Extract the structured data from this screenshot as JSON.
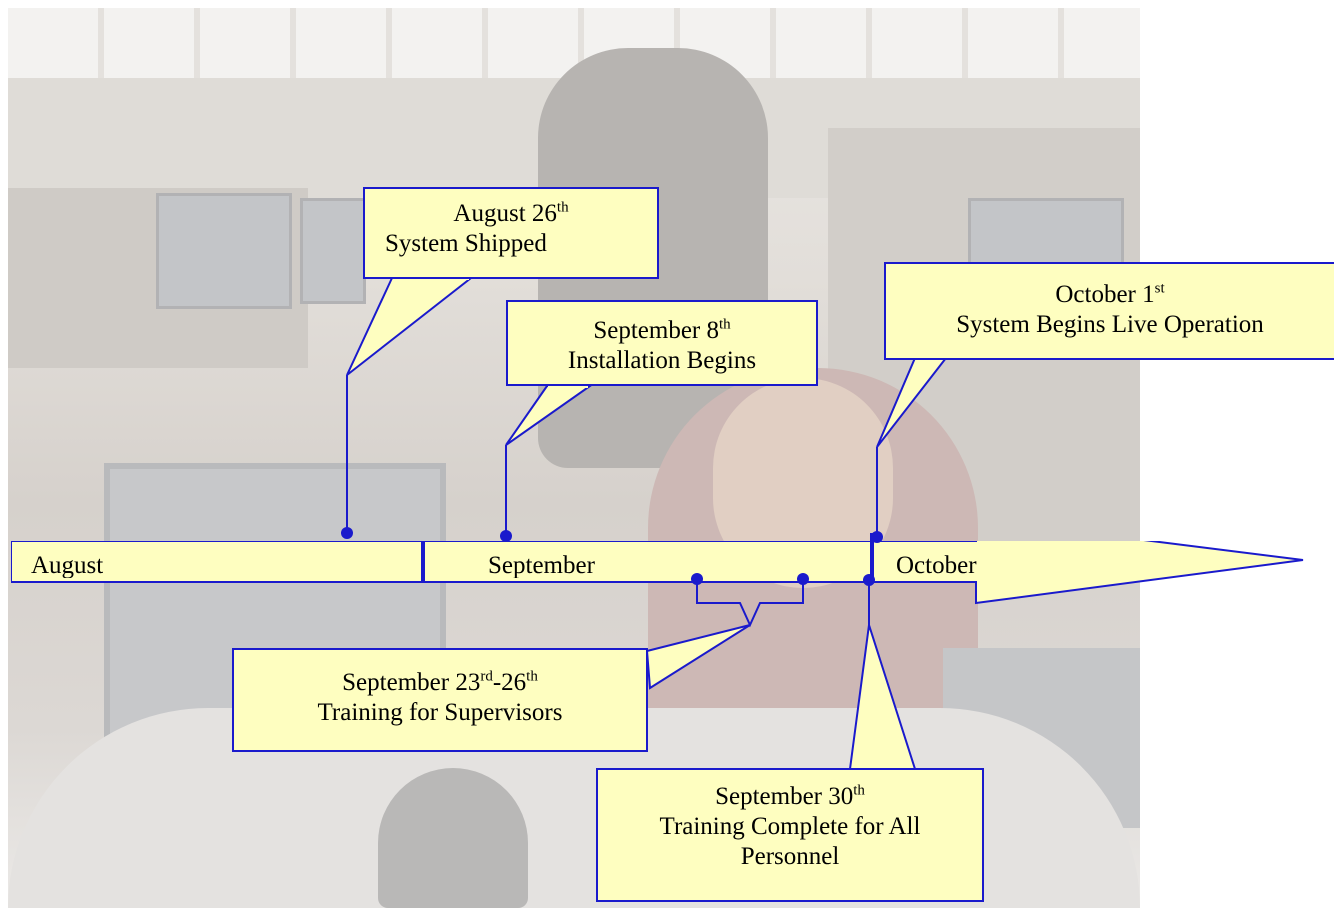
{
  "colors": {
    "callout_fill": "#fefec0",
    "line_blue": "#1a1acc",
    "arrow_fill": "#fefec0"
  },
  "timeline": {
    "months": [
      {
        "label": "August"
      },
      {
        "label": "September"
      },
      {
        "label": "October"
      }
    ]
  },
  "events": [
    {
      "date": "August 26",
      "suffix": "th",
      "text": "System Shipped"
    },
    {
      "date": "September 8",
      "suffix": "th",
      "text": "Installation Begins"
    },
    {
      "date": "October 1",
      "suffix": "st",
      "text": "System Begins Live Operation"
    },
    {
      "date": "September 23",
      "suffix": "rd",
      "date_end": "-26",
      "suffix_end": "th",
      "text": "Training for Supervisors"
    },
    {
      "date": "September 30",
      "suffix": "th",
      "text": "Training Complete for All Personnel"
    }
  ]
}
